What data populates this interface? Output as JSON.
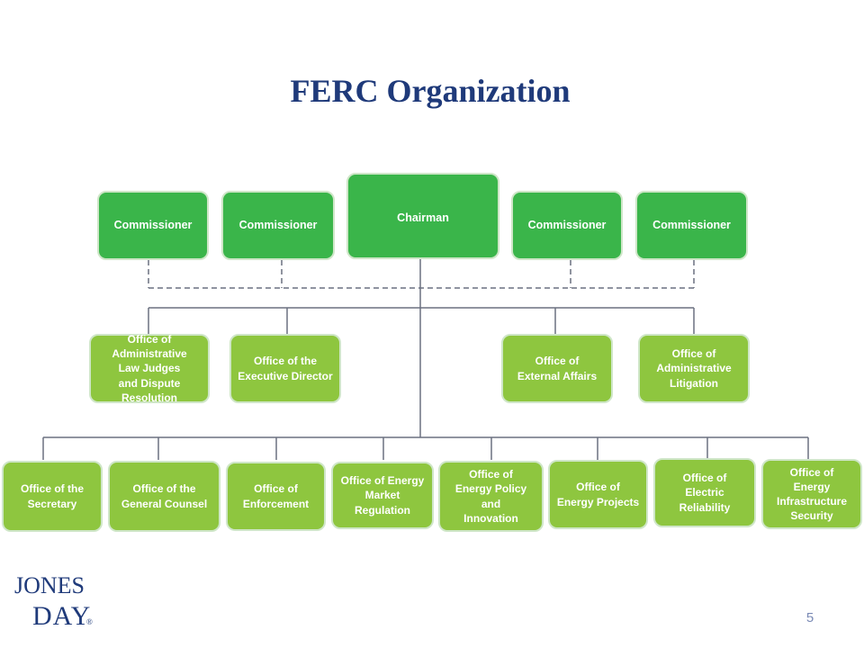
{
  "slide": {
    "title": "FERC Organization",
    "page_number": "5",
    "logo": {
      "line1": "JONES",
      "line2": "DAY",
      "mark": "®"
    }
  },
  "org": {
    "chairman": "Chairman",
    "commissioners": [
      "Commissioner",
      "Commissioner",
      "Commissioner",
      "Commissioner"
    ],
    "offices_row1": [
      "Office of Administrative\nLaw Judges\nand Dispute Resolution",
      "Office of the\nExecutive Director",
      "Office of\nExternal Affairs",
      "Office of\nAdministrative\nLitigation"
    ],
    "offices_row2": [
      "Office of the\nSecretary",
      "Office of the\nGeneral Counsel",
      "Office of\nEnforcement",
      "Office of Energy\nMarket Regulation",
      "Office of\nEnergy Policy and\nInnovation",
      "Office of\nEnergy Projects",
      "Office of\nElectric Reliability",
      "Office of\nEnergy Infrastructure\nSecurity"
    ]
  },
  "colors": {
    "top_level": "#3ab54a",
    "office": "#8ec63f",
    "connector": "#6b7180",
    "title": "#1f3a7a"
  }
}
